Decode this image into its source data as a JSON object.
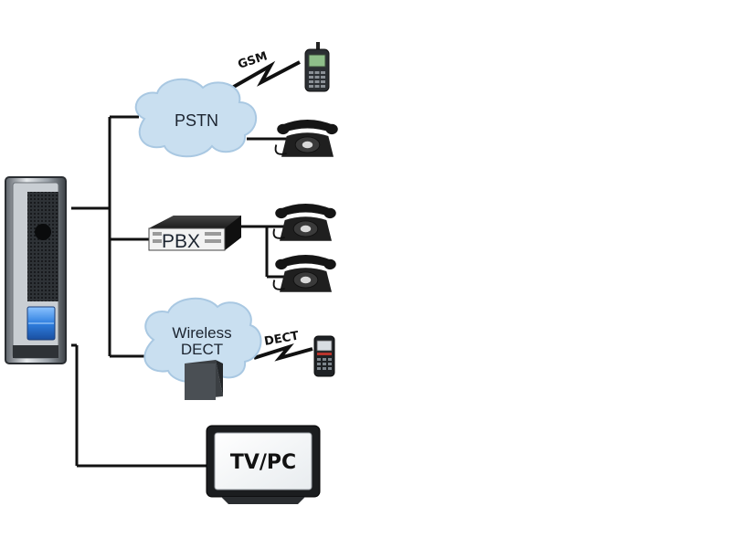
{
  "nodes": {
    "pstn": "PSTN",
    "pbx": "PBX",
    "wireless": "Wireless",
    "dect": "DECT",
    "tvpc": "TV/PC"
  },
  "links": {
    "gsm": "GSM",
    "dect": "DECT"
  },
  "colors": {
    "cloud": "#c9dff0",
    "cloud_edge": "#a9c8e2",
    "line": "#111111",
    "door_panel": "#9aa1a8",
    "display": "#3f8ee8"
  }
}
